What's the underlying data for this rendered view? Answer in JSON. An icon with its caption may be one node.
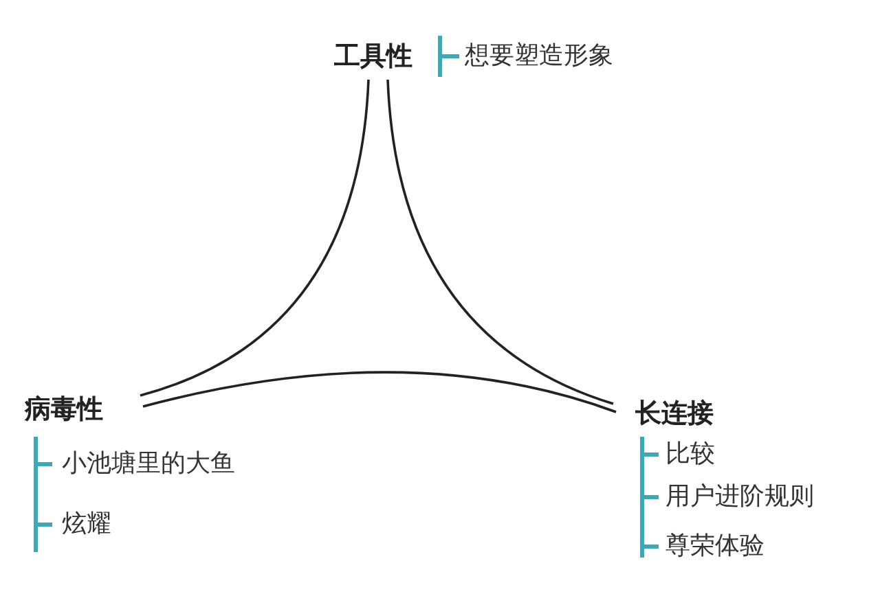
{
  "diagram": {
    "nodes": [
      {
        "text": [
          "工具性"
        ],
        "beside": [
          "想要塑造形象"
        ]
      },
      {
        "text": [
          "病毒性"
        ],
        "beside": [
          "小池塘里的大鱼",
          "炫耀"
        ]
      },
      {
        "text": [
          "长连接"
        ],
        "beside": [
          "比较",
          "用户进阶规则",
          "尊荣体验"
        ]
      }
    ],
    "edges": [
      {
        "from": 0,
        "to": 1,
        "arrow": "none"
      },
      {
        "from": 0,
        "to": 2,
        "arrow": "none"
      },
      {
        "from": 1,
        "to": 2,
        "arrow": "none"
      }
    ]
  }
}
